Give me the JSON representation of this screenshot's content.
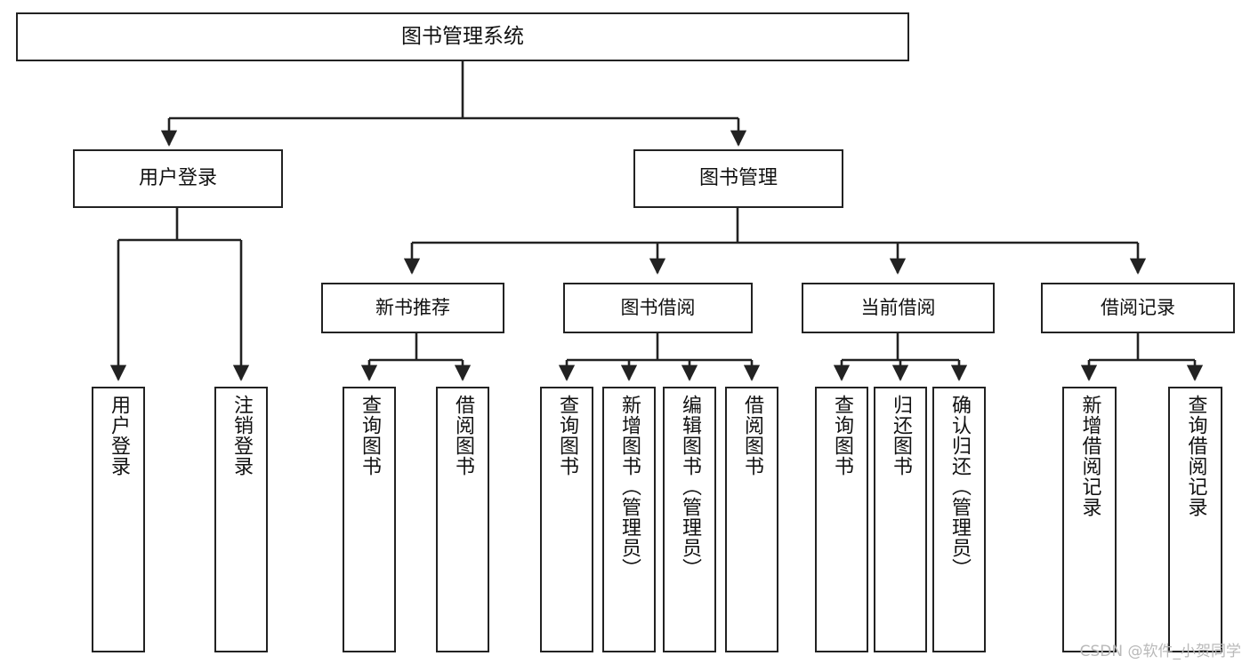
{
  "diagram": {
    "title": "图书管理系统",
    "type": "tree-hierarchy-chart",
    "watermark": "CSDN @软件_小贺同学",
    "colors": {
      "box_border": "#222222",
      "box_fill": "#ffffff",
      "edge": "#222222",
      "text": "#111111",
      "watermark": "#b9b9b9"
    }
  },
  "nodes": {
    "root": {
      "label": "图书管理系统"
    },
    "level1": [
      {
        "id": "user-login",
        "label": "用户登录"
      },
      {
        "id": "book-management",
        "label": "图书管理"
      }
    ],
    "level2": [
      {
        "id": "new-book-recommend",
        "label": "新书推荐"
      },
      {
        "id": "book-borrow",
        "label": "图书借阅"
      },
      {
        "id": "current-borrow",
        "label": "当前借阅"
      },
      {
        "id": "borrow-record",
        "label": "借阅记录"
      }
    ],
    "leaves": {
      "user_login": [
        {
          "id": "leaf-user-login",
          "label": "用户登录"
        },
        {
          "id": "leaf-user-logout",
          "label": "注销登录"
        }
      ],
      "new_book_recommend": [
        {
          "id": "leaf-query-book-1",
          "label": "查询图书"
        },
        {
          "id": "leaf-borrow-book-1",
          "label": "借阅图书"
        }
      ],
      "book_borrow": [
        {
          "id": "leaf-query-book-2",
          "label": "查询图书"
        },
        {
          "id": "leaf-add-book",
          "label": "新增图书（管理员）"
        },
        {
          "id": "leaf-edit-book",
          "label": "编辑图书（管理员）"
        },
        {
          "id": "leaf-borrow-book-2",
          "label": "借阅图书"
        }
      ],
      "current_borrow": [
        {
          "id": "leaf-query-book-3",
          "label": "查询图书"
        },
        {
          "id": "leaf-return-book",
          "label": "归还图书"
        },
        {
          "id": "leaf-confirm-return",
          "label": "确认归还（管理员）"
        }
      ],
      "borrow_record": [
        {
          "id": "leaf-add-record",
          "label": "新增借阅记录"
        },
        {
          "id": "leaf-query-record",
          "label": "查询借阅记录"
        }
      ]
    }
  }
}
